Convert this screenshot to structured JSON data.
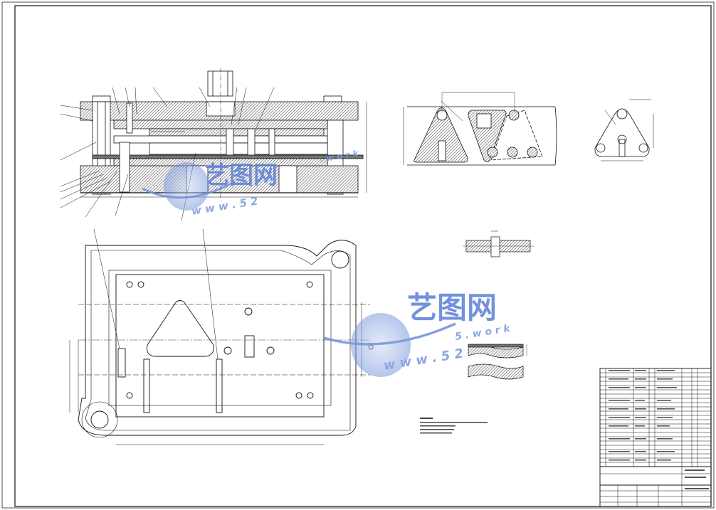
{
  "watermark": {
    "brand_cn": "艺图网",
    "url_left": "w w w . 5 2",
    "url_right": "w o r k",
    "url_top_right": ". w o r k",
    "url_mid_right": "5 . w o r k"
  },
  "colors": {
    "line": "#1a1a1a",
    "hatch": "#555555",
    "watermark": "#5b7fd6"
  }
}
